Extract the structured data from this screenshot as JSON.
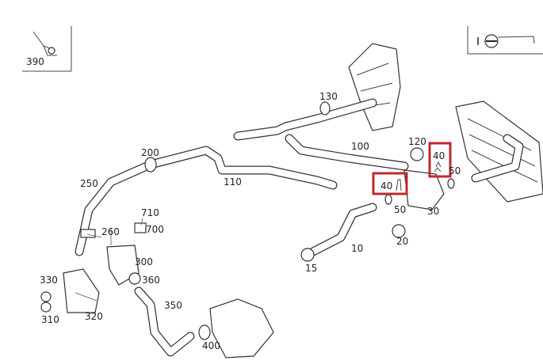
{
  "diagram": {
    "title": "Heater hoses parts diagram",
    "inset_label": "390",
    "highlight_color": "#c0282d",
    "callouts": {
      "c130": "130",
      "c200": "200",
      "c100": "100",
      "c120": "120",
      "c40a": "40",
      "c50a": "50",
      "c40b": "40",
      "c50b": "50",
      "c30": "30",
      "c110": "110",
      "c250": "250",
      "c710": "710",
      "c700": "700",
      "c260": "260",
      "c300": "300",
      "c360": "360",
      "c330": "330",
      "c310": "310",
      "c320": "320",
      "c350": "350",
      "c400": "400",
      "c10": "10",
      "c15": "15",
      "c20": "20"
    }
  }
}
